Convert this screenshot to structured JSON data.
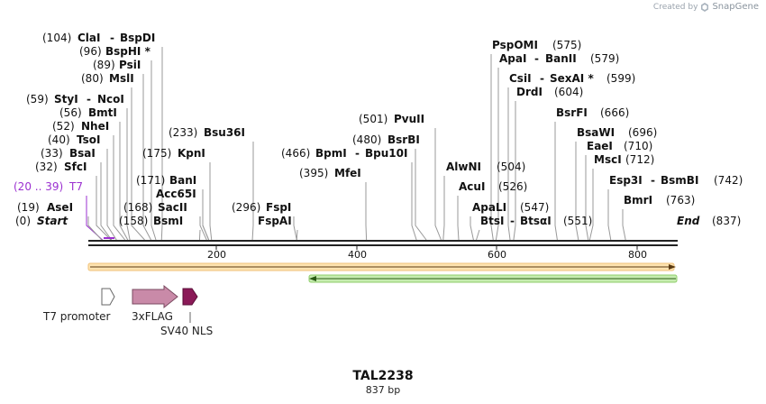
{
  "branding": {
    "created_by": "Created by",
    "brand_name": "SnapGene"
  },
  "sequence": {
    "name": "TAL2238",
    "length_label": "837 bp",
    "length": 837
  },
  "ruler_ticks": [
    "200",
    "400",
    "600",
    "800"
  ],
  "colors": {
    "t7_label": "#9b30d0",
    "orf_orange": "#e6a63a",
    "orf_green": "#67b33a",
    "flag": "#c98aa8",
    "nls": "#8b1a58"
  },
  "sites": [
    {
      "id": "clai",
      "pos_label": "(104)",
      "name": "ClaI",
      "name2": "BspDI",
      "bp": 104
    },
    {
      "id": "bsphi",
      "pos_label": "(96)",
      "name": "BspHI *",
      "bp": 96
    },
    {
      "id": "psii",
      "pos_label": "(89)",
      "name": "PsiI",
      "bp": 89
    },
    {
      "id": "msli",
      "pos_label": "(80)",
      "name": "MslI",
      "bp": 80
    },
    {
      "id": "styi",
      "pos_label": "(59)",
      "name": "StyI",
      "name2": "NcoI",
      "bp": 59
    },
    {
      "id": "bmti",
      "pos_label": "(56)",
      "name": "BmtI",
      "bp": 56
    },
    {
      "id": "nhei",
      "pos_label": "(52)",
      "name": "NheI",
      "bp": 52
    },
    {
      "id": "tsoi",
      "pos_label": "(40)",
      "name": "TsoI",
      "bp": 40
    },
    {
      "id": "bsai",
      "pos_label": "(33)",
      "name": "BsaI",
      "bp": 33
    },
    {
      "id": "sfci",
      "pos_label": "(32)",
      "name": "SfcI",
      "bp": 32
    },
    {
      "id": "t7",
      "pos_label": "(20 .. 39)",
      "name": "T7",
      "bp": 20,
      "color": "#9b30d0",
      "is_feature_label": true
    },
    {
      "id": "asei",
      "pos_label": "(19)",
      "name": "AseI",
      "bp": 19
    },
    {
      "id": "start",
      "pos_label": "(0)",
      "name": "Start",
      "bp": 0,
      "italic": true
    },
    {
      "id": "kpni",
      "pos_label": "(175)",
      "name": "KpnI",
      "bp": 175
    },
    {
      "id": "bani",
      "pos_label": "(171)",
      "name": "BanI",
      "bp": 171
    },
    {
      "id": "acc65i",
      "name": "Acc65I",
      "bp": 171
    },
    {
      "id": "sacii",
      "pos_label": "(168)",
      "name": "SacII",
      "bp": 168
    },
    {
      "id": "bsmi",
      "pos_label": "(158)",
      "name": "BsmI",
      "bp": 158
    },
    {
      "id": "bsu36i",
      "pos_label": "(233)",
      "name": "Bsu36I",
      "bp": 233
    },
    {
      "id": "fspi",
      "pos_label": "(296)",
      "name": "FspI",
      "bp": 296
    },
    {
      "id": "fspai",
      "name": "FspAI",
      "bp": 296
    },
    {
      "id": "pvuii",
      "pos_label": "(501)",
      "name": "PvuII",
      "bp": 501
    },
    {
      "id": "bsrbi",
      "pos_label": "(480)",
      "name": "BsrBI",
      "bp": 480
    },
    {
      "id": "bpmi",
      "pos_label": "(466)",
      "name": "BpmI",
      "name2": "Bpu10I",
      "bp": 466
    },
    {
      "id": "mfei",
      "pos_label": "(395)",
      "name": "MfeI",
      "bp": 395
    },
    {
      "id": "pspomi",
      "name": "PspOMI",
      "pos_label": "(575)",
      "bp": 575
    },
    {
      "id": "apai",
      "name": "ApaI",
      "name2": "BanII",
      "pos_label": "(579)",
      "bp": 579
    },
    {
      "id": "csii",
      "name": "CsiI",
      "name2": "SexAI *",
      "pos_label": "(599)",
      "bp": 599
    },
    {
      "id": "drdi",
      "name": "DrdI",
      "pos_label": "(604)",
      "bp": 604
    },
    {
      "id": "alwni",
      "name": "AlwNI",
      "pos_label": "(504)",
      "bp": 504
    },
    {
      "id": "acui",
      "name": "AcuI",
      "pos_label": "(526)",
      "bp": 526
    },
    {
      "id": "apali",
      "name": "ApaLI",
      "pos_label": "(547)",
      "bp": 547
    },
    {
      "id": "btsi",
      "name": "BtsI",
      "name2": "BtsαI",
      "pos_label": "(551)",
      "bp": 551
    },
    {
      "id": "bsrfi",
      "name": "BsrFI",
      "pos_label": "(666)",
      "bp": 666
    },
    {
      "id": "bsawi",
      "name": "BsaWI",
      "pos_label": "(696)",
      "bp": 696
    },
    {
      "id": "eaei",
      "name": "EaeI",
      "pos_label": "(710)",
      "bp": 710
    },
    {
      "id": "msci",
      "name": "MscI",
      "pos_label": "(712)",
      "bp": 712
    },
    {
      "id": "esp3i",
      "name": "Esp3I",
      "name2": "BsmBI",
      "pos_label": "(742)",
      "bp": 742
    },
    {
      "id": "bmri",
      "name": "BmrI",
      "pos_label": "(763)",
      "bp": 763
    },
    {
      "id": "end",
      "name": "End",
      "pos_label": "(837)",
      "bp": 837,
      "italic": true
    }
  ],
  "features": [
    {
      "id": "t7-promoter",
      "label": "T7 promoter",
      "start": 20,
      "end": 39
    },
    {
      "id": "3xflag",
      "label": "3xFLAG",
      "start": 60,
      "end": 125
    },
    {
      "id": "sv40-nls",
      "label": "SV40 NLS",
      "start": 130,
      "end": 150
    }
  ],
  "orfs": [
    {
      "id": "orf-forward",
      "direction": "forward",
      "start": 0,
      "end": 837,
      "color": "#e6a63a"
    },
    {
      "id": "orf-reverse",
      "direction": "reverse",
      "start": 315,
      "end": 837,
      "color": "#67b33a"
    }
  ]
}
